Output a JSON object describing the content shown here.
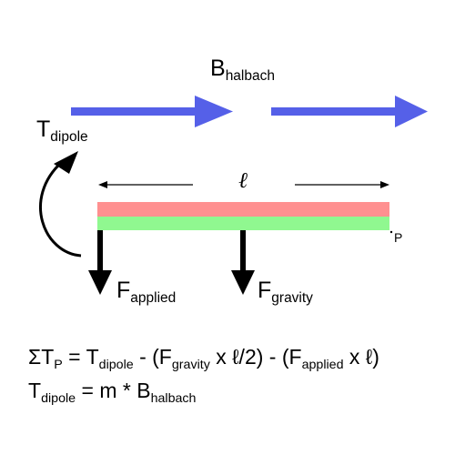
{
  "labels": {
    "b_halbach": {
      "main": "B",
      "sub": "halbach"
    },
    "t_dipole": {
      "main": "T",
      "sub": "dipole"
    },
    "length": "ℓ",
    "point_p": "P",
    "f_applied": {
      "main": "F",
      "sub": "applied"
    },
    "f_gravity": {
      "main": "F",
      "sub": "gravity"
    }
  },
  "equations": {
    "line1": {
      "sigma_t": "ΣT",
      "sub_p": "P",
      "eq_t": " = T",
      "sub_dipole": "dipole",
      "minus_fg": " - (F",
      "sub_gravity": "gravity",
      "x_lhalf": " x ℓ/2) - (F",
      "sub_applied": "applied",
      "x_l": " x ℓ)"
    },
    "line2": {
      "t": "T",
      "sub_dipole": "dipole",
      "eq_mb": " = m * B",
      "sub_halbach": "halbach"
    }
  },
  "colors": {
    "field_arrow": "#5560e8",
    "bar_top": "#ff9090",
    "bar_bottom": "#90f890",
    "force_arrow": "#000000"
  }
}
